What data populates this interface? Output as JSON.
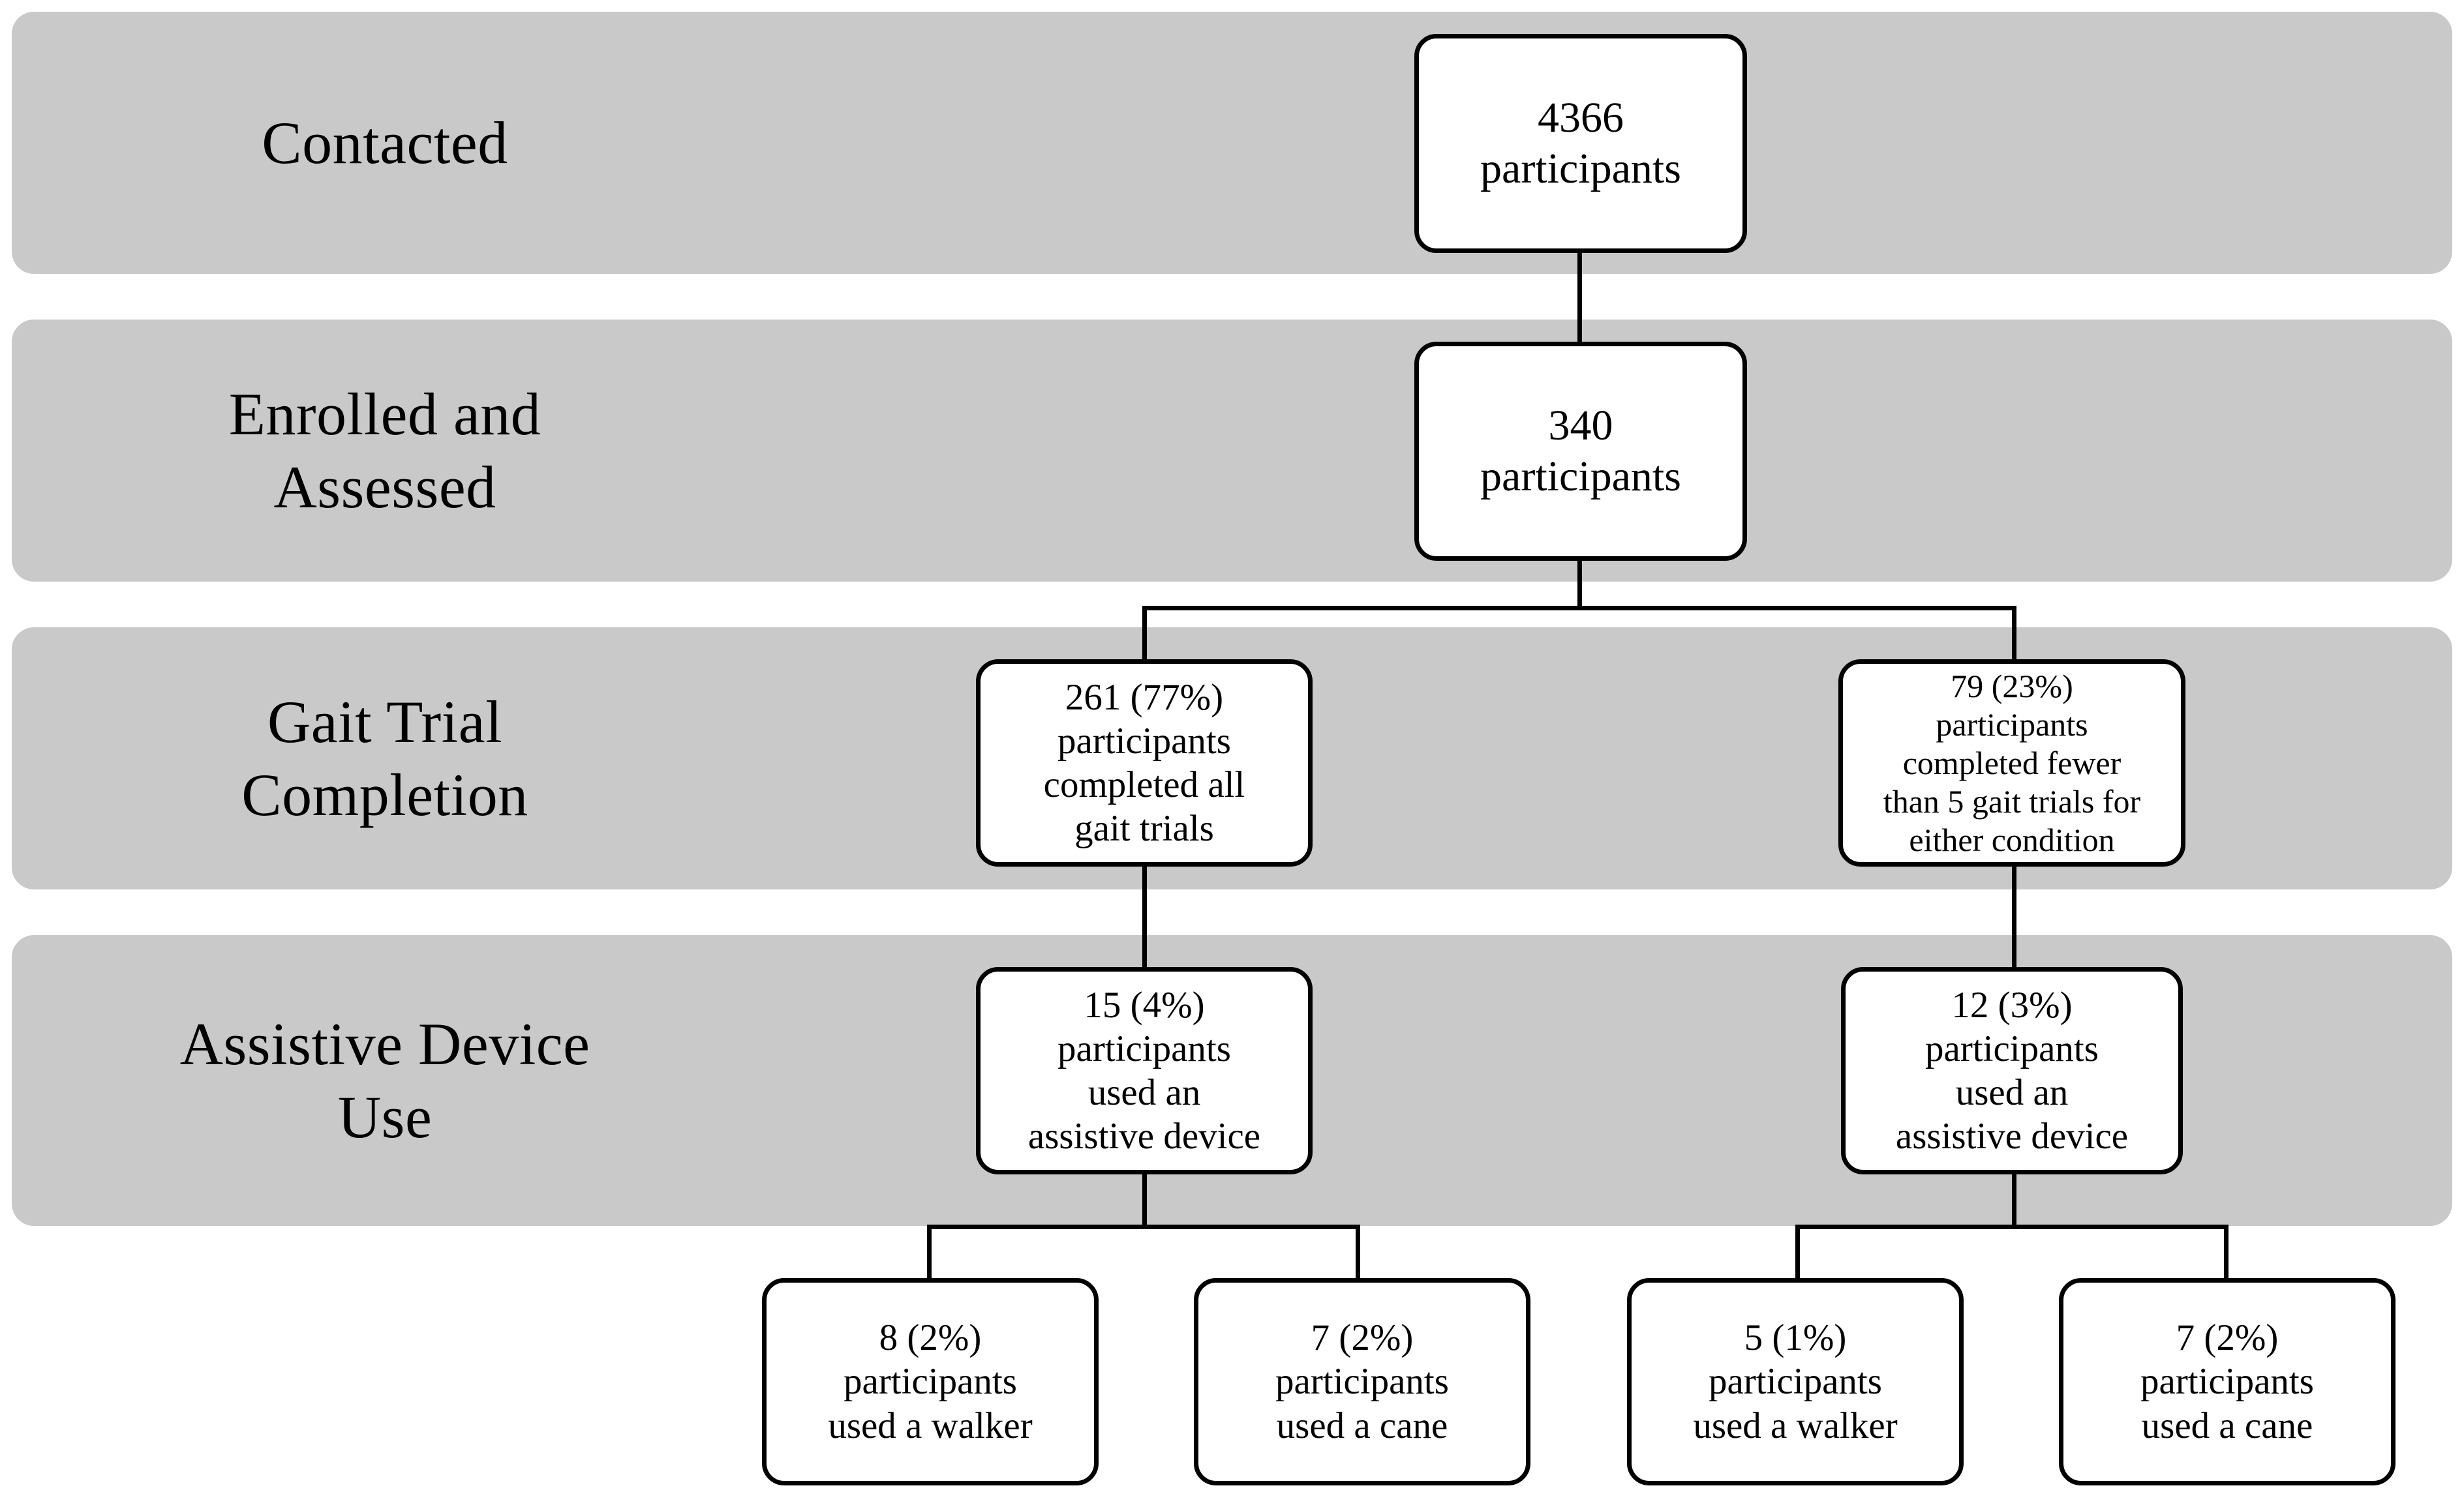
{
  "diagram": {
    "type": "flowchart",
    "title": "Participant flow through study stages",
    "colors": {
      "band_background": "#c9c9c9",
      "node_background": "#ffffff",
      "node_border": "#000000",
      "connector": "#000000",
      "page_background": "#ffffff"
    },
    "stages": [
      {
        "id": "contacted",
        "label": "Contacted"
      },
      {
        "id": "enrolled",
        "label": "Enrolled and\nAssessed"
      },
      {
        "id": "gait-completion",
        "label": "Gait Trial\nCompletion"
      },
      {
        "id": "assistive-use",
        "label": "Assistive Device\nUse"
      }
    ],
    "nodes": [
      {
        "id": "contacted-total",
        "stage": "contacted",
        "count": 4366,
        "percent": null,
        "text": "4366\nparticipants"
      },
      {
        "id": "enrolled-total",
        "stage": "enrolled",
        "count": 340,
        "percent": null,
        "text": "340\nparticipants"
      },
      {
        "id": "completed-all-trials",
        "stage": "gait-completion",
        "count": 261,
        "percent": 77,
        "text": "261 (77%)\nparticipants\ncompleted all\ngait trials"
      },
      {
        "id": "completed-fewer-trials",
        "stage": "gait-completion",
        "count": 79,
        "percent": 23,
        "text": "79 (23%)\nparticipants\ncompleted fewer\nthan 5 gait trials for\neither condition"
      },
      {
        "id": "assistive-left",
        "stage": "assistive-use",
        "count": 15,
        "percent": 4,
        "text": "15 (4%)\nparticipants\nused an\nassistive device"
      },
      {
        "id": "assistive-right",
        "stage": "assistive-use",
        "count": 12,
        "percent": 3,
        "text": "12 (3%)\nparticipants\nused an\nassistive device"
      },
      {
        "id": "walker-left",
        "stage": "device-detail",
        "count": 8,
        "percent": 2,
        "text": "8 (2%)\nparticipants\nused a walker"
      },
      {
        "id": "cane-left",
        "stage": "device-detail",
        "count": 7,
        "percent": 2,
        "text": "7 (2%)\nparticipants\nused a cane"
      },
      {
        "id": "walker-right",
        "stage": "device-detail",
        "count": 5,
        "percent": 1,
        "text": "5 (1%)\nparticipants\nused a walker"
      },
      {
        "id": "cane-right",
        "stage": "device-detail",
        "count": 7,
        "percent": 2,
        "text": "7 (2%)\nparticipants\nused a cane"
      }
    ],
    "edges": [
      {
        "from": "contacted-total",
        "to": "enrolled-total"
      },
      {
        "from": "enrolled-total",
        "to": "completed-all-trials"
      },
      {
        "from": "enrolled-total",
        "to": "completed-fewer-trials"
      },
      {
        "from": "completed-all-trials",
        "to": "assistive-left"
      },
      {
        "from": "completed-fewer-trials",
        "to": "assistive-right"
      },
      {
        "from": "assistive-left",
        "to": "walker-left"
      },
      {
        "from": "assistive-left",
        "to": "cane-left"
      },
      {
        "from": "assistive-right",
        "to": "walker-right"
      },
      {
        "from": "assistive-right",
        "to": "cane-right"
      }
    ]
  }
}
